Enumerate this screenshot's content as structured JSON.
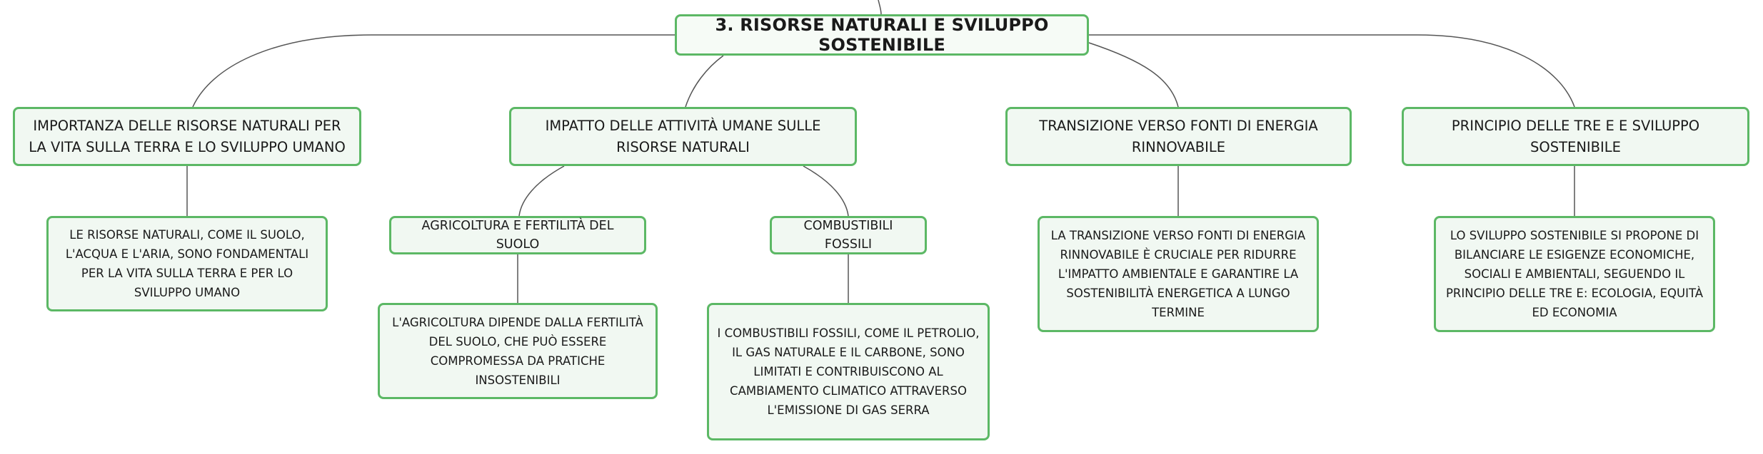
{
  "root": {
    "label": "3. RISORSE NATURALI E SVILUPPO SOSTENIBILE"
  },
  "topics": [
    {
      "label": "IMPORTANZA DELLE RISORSE NATURALI PER LA VITA SULLA TERRA E LO SVILUPPO UMANO",
      "details": [
        "LE RISORSE NATURALI, COME IL SUOLO, L'ACQUA E L'ARIA, SONO FONDAMENTALI PER LA VITA SULLA TERRA E PER LO SVILUPPO UMANO"
      ]
    },
    {
      "label": "IMPATTO DELLE ATTIVITÀ UMANE SULLE RISORSE NATURALI",
      "subtopics": [
        {
          "label": "AGRICOLTURA E FERTILITÀ DEL SUOLO",
          "detail": "L'AGRICOLTURA DIPENDE DALLA FERTILITÀ DEL SUOLO, CHE PUÒ ESSERE COMPROMESSA DA PRATICHE INSOSTENIBILI"
        },
        {
          "label": "COMBUSTIBILI FOSSILI",
          "detail": "I COMBUSTIBILI FOSSILI, COME IL PETROLIO, IL GAS NATURALE E IL CARBONE, SONO LIMITATI E CONTRIBUISCONO AL CAMBIAMENTO CLIMATICO ATTRAVERSO L'EMISSIONE DI GAS SERRA"
        }
      ]
    },
    {
      "label": "TRANSIZIONE VERSO FONTI DI ENERGIA RINNOVABILE",
      "details": [
        "LA TRANSIZIONE VERSO FONTI DI ENERGIA RINNOVABILE È CRUCIALE PER RIDURRE L'IMPATTO AMBIENTALE E GARANTIRE LA SOSTENIBILITÀ ENERGETICA A LUNGO TERMINE"
      ]
    },
    {
      "label": "PRINCIPIO DELLE TRE E E SVILUPPO SOSTENIBILE",
      "details": [
        "LO SVILUPPO SOSTENIBILE SI PROPONE DI BILANCIARE LE ESIGENZE ECONOMICHE, SOCIALI E AMBIENTALI, SEGUENDO IL PRINCIPIO DELLE TRE E: ECOLOGIA, EQUITÀ ED ECONOMIA"
      ]
    }
  ],
  "colors": {
    "node_border": "#5cb865",
    "node_fill": "#f1f8f2",
    "connector": "#555555",
    "text": "#1a1a1a"
  }
}
